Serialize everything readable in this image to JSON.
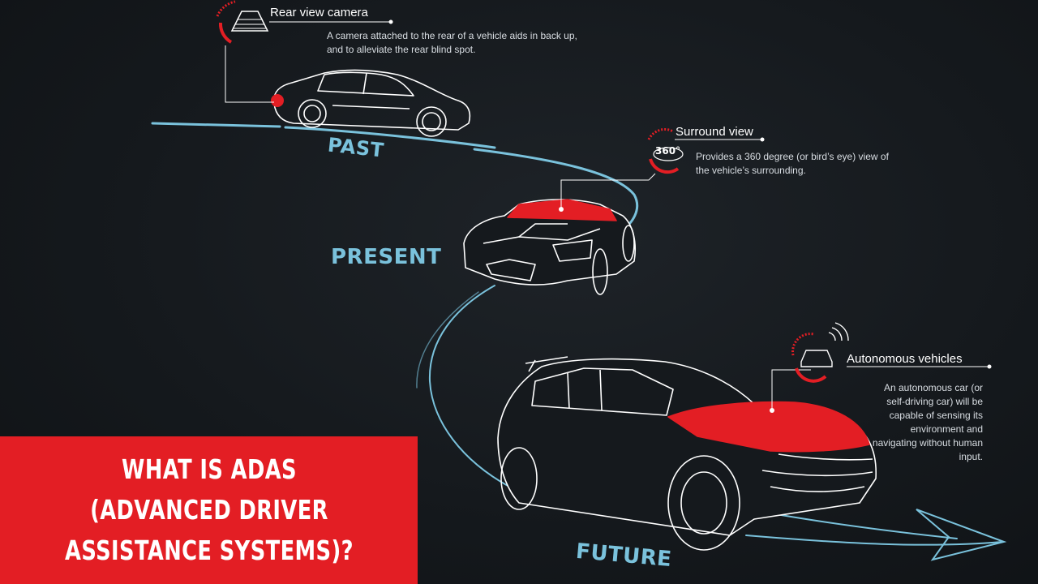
{
  "colors": {
    "background": "#15191d",
    "accent_red": "#e31e24",
    "road_blue": "#7ac2dc",
    "line_white": "#ffffff"
  },
  "features": {
    "rear_camera": {
      "title": "Rear view camera",
      "description": "A camera attached to the rear of a vehicle aids in back up, and to alleviate the rear blind spot.",
      "icon": "rear-camera-icon"
    },
    "surround_view": {
      "title": "Surround view",
      "description": "Provides a 360 degree (or bird’s eye) view of the vehicle’s surrounding.",
      "icon": "360-view-icon",
      "icon_text": "360°"
    },
    "autonomous": {
      "title": "Autonomous vehicles",
      "description": "An autonomous car (or self-driving car) will be capable of sensing its environment and navigating without human input.",
      "icon": "autonomous-car-icon"
    }
  },
  "eras": {
    "past": "PAST",
    "present": "PRESENT",
    "future": "FUTURE"
  },
  "banner": {
    "title": "WHAT IS ADAS (ADVANCED DRIVER ASSISTANCE SYSTEMS)?"
  }
}
